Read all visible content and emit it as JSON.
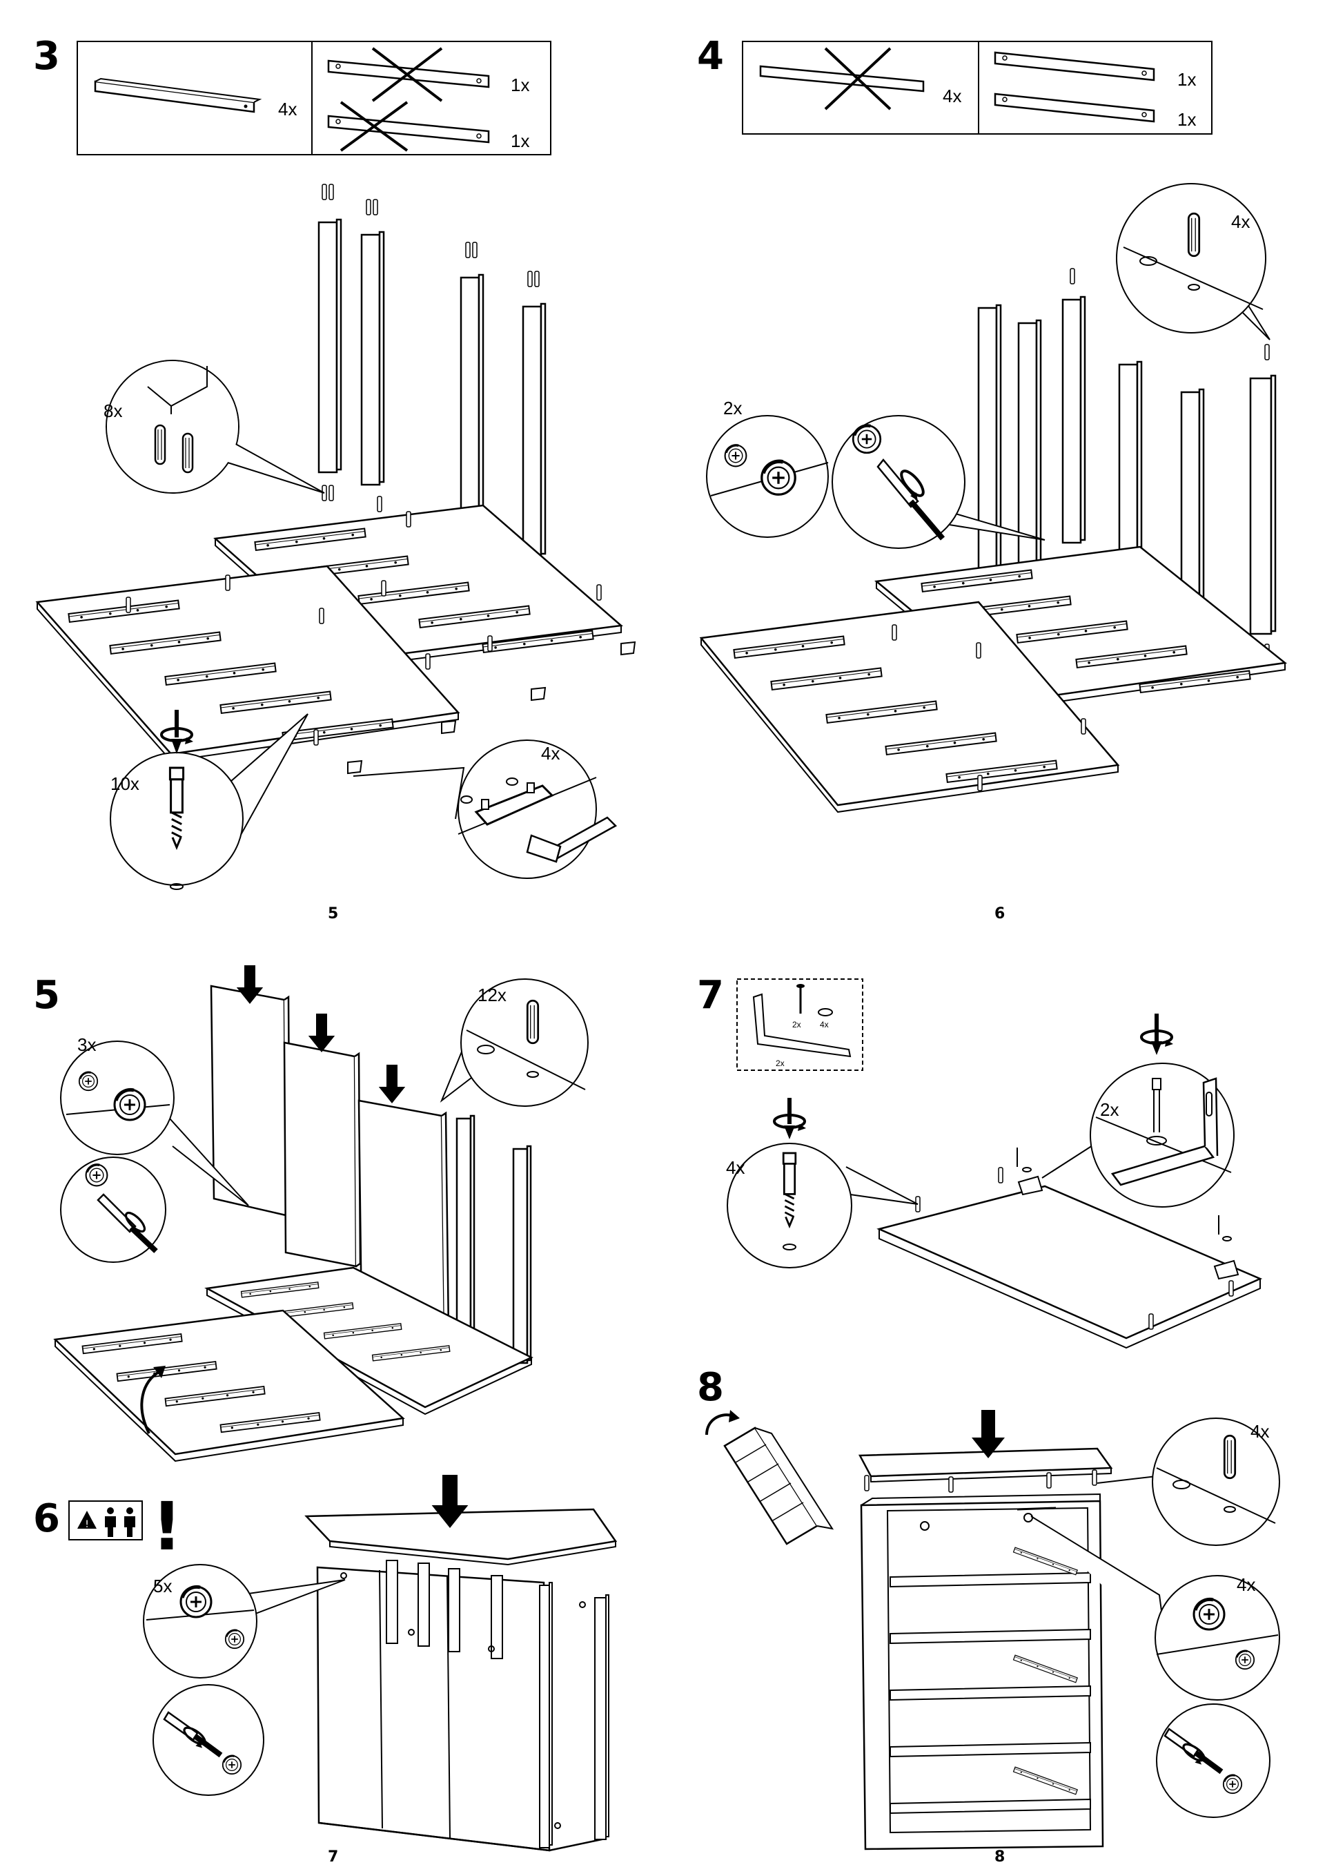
{
  "steps": {
    "s3": {
      "number": "3",
      "parts": [
        {
          "qty": "4x"
        },
        {
          "qty": "1x"
        },
        {
          "qty": "1x"
        }
      ],
      "callouts": {
        "dowels": "8x",
        "cam_bolts": "10x",
        "glides": "4x"
      },
      "page": "5"
    },
    "s4": {
      "number": "4",
      "parts": [
        {
          "qty": "4x"
        },
        {
          "qty": "1x"
        },
        {
          "qty": "1x"
        }
      ],
      "callouts": {
        "cam_locks": "2x",
        "dowels": "4x"
      },
      "page": "6"
    },
    "s5": {
      "number": "5",
      "callouts": {
        "cam_locks": "3x",
        "dowels": "12x"
      },
      "page": ""
    },
    "s6": {
      "number": "6",
      "mark": "!",
      "callouts": {
        "cam_locks": "5x"
      },
      "page": "7"
    },
    "s7": {
      "number": "7",
      "kit": {
        "screws": "2x",
        "washers": "4x",
        "brackets": "2x"
      },
      "callouts": {
        "cam_bolts": "4x",
        "brackets": "2x"
      }
    },
    "s8": {
      "number": "8",
      "callouts": {
        "dowels": "4x",
        "cam_locks": "4x"
      },
      "page": "8"
    }
  },
  "icons": {
    "two_person": "two-person-warning-icon",
    "screwdriver": "screwdriver-icon",
    "hammer": "hammer-icon",
    "arrow": "down-arrow-icon",
    "flip": "flip-arrow-icon"
  }
}
